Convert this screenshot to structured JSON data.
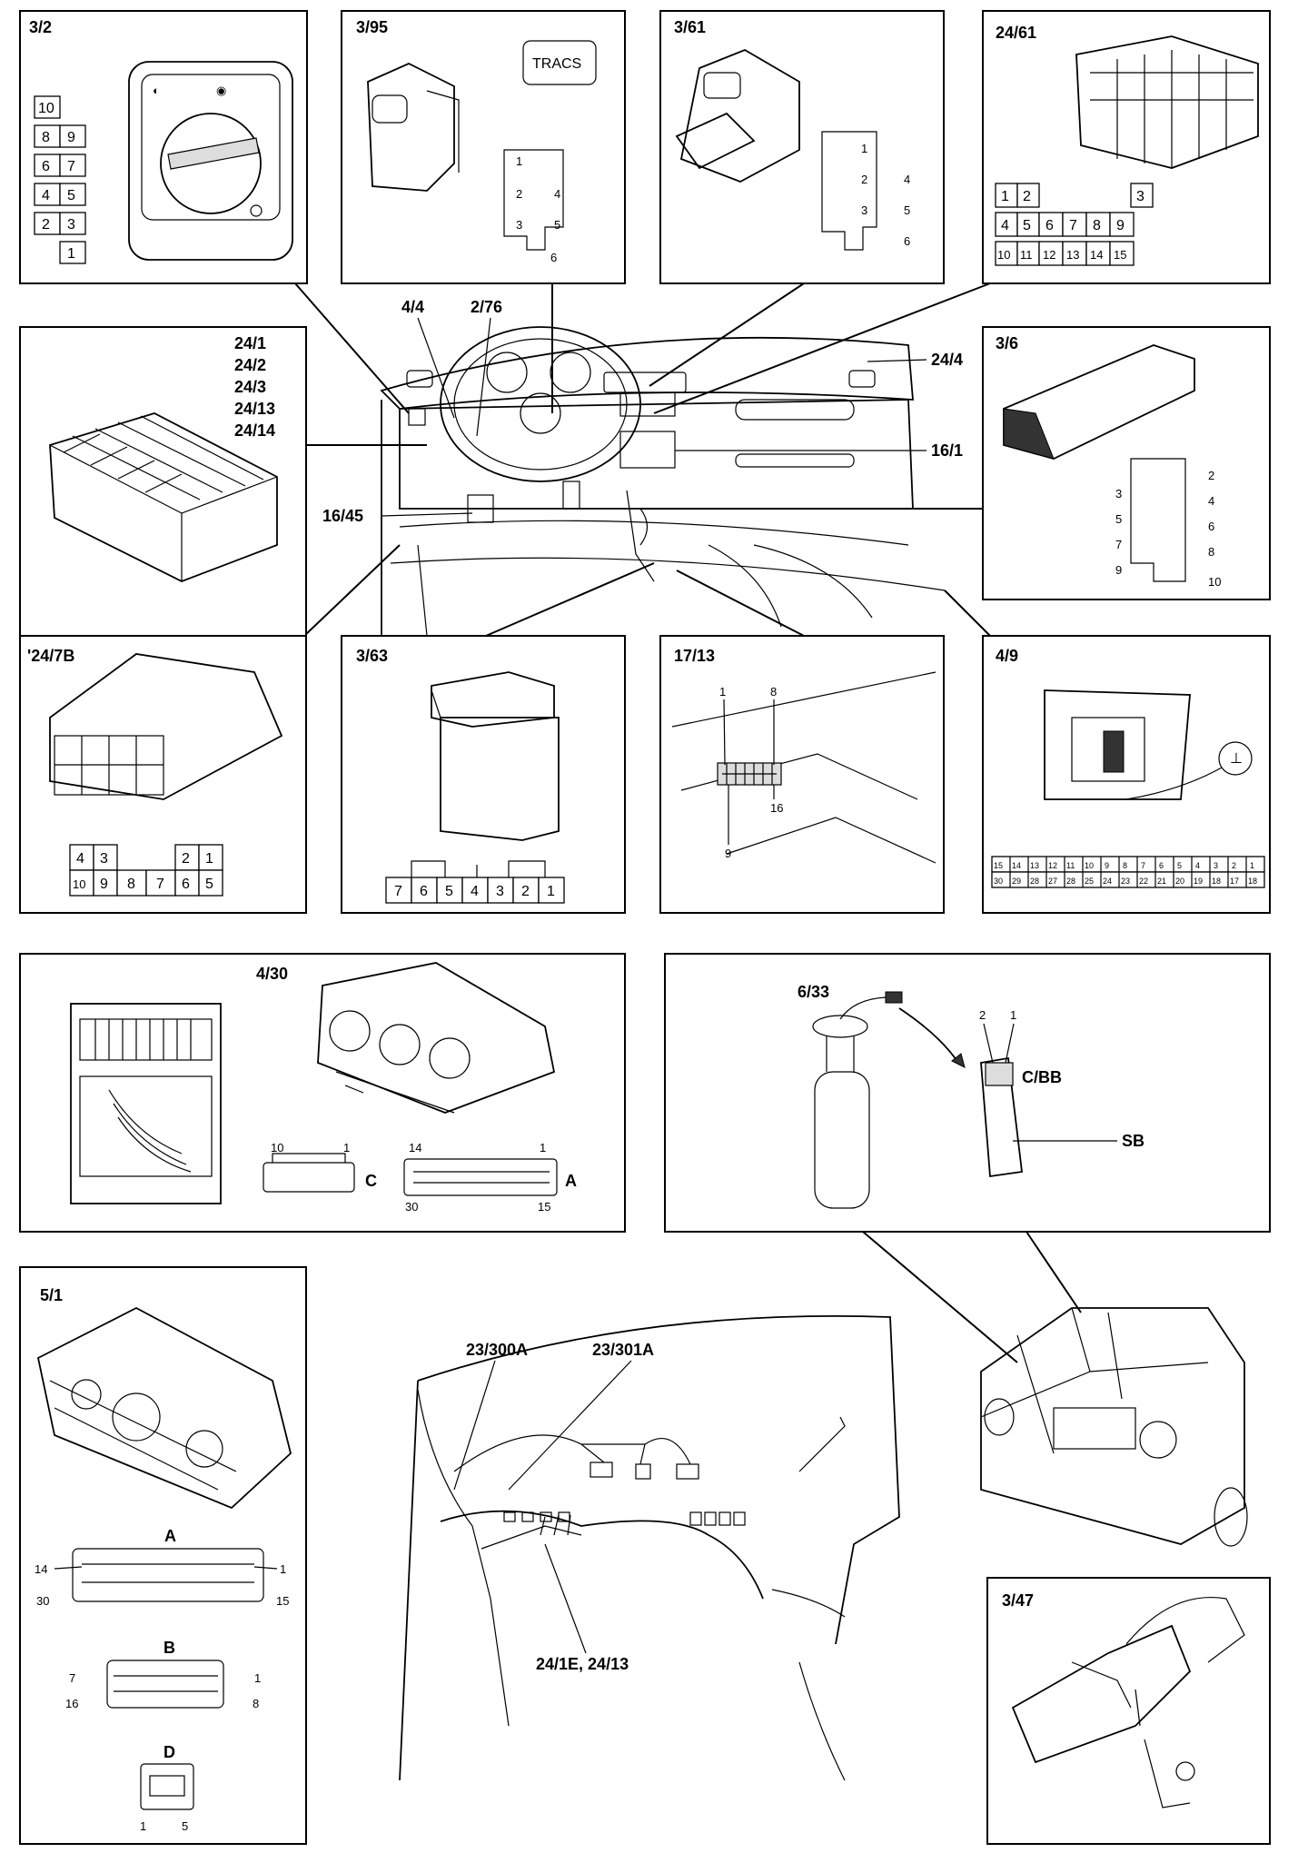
{
  "panels": {
    "p_3_2": "3/2",
    "p_3_95": "3/95",
    "p_3_61": "3/61",
    "p_24_61": "24/61",
    "p_24_1_group": [
      "24/1",
      "24/2",
      "24/3",
      "24/13",
      "24/14"
    ],
    "p_3_6": "3/6",
    "p_24_7b": "'24/7B",
    "p_3_63": "3/63",
    "p_17_13": "17/13",
    "p_4_9": "4/9",
    "p_4_30": "4/30",
    "p_6_33": "6/33",
    "p_5_1": "5/1",
    "p_3_47": "3/47"
  },
  "badge_tracs": "TRACS",
  "dash_callouts": {
    "c_4_4": "4/4",
    "c_2_76": "2/76",
    "c_24_4": "24/4",
    "c_16_1": "16/1",
    "c_16_45": "16/45"
  },
  "harness_callouts": {
    "c_23_300a": "23/300A",
    "c_23_301a": "23/301A",
    "c_24_1e": "24/1E, 24/13"
  },
  "p32_pins": [
    "10",
    "8",
    "9",
    "6",
    "7",
    "4",
    "5",
    "2",
    "3",
    "1"
  ],
  "p395_pins": [
    "1",
    "2",
    "4",
    "3",
    "5",
    "6"
  ],
  "p361_pins": [
    "1",
    "2",
    "4",
    "3",
    "5",
    "6"
  ],
  "p2461_row1": [
    "1",
    "2",
    "3"
  ],
  "p2461_row2": [
    "4",
    "5",
    "6",
    "7",
    "8",
    "9"
  ],
  "p2461_row3": [
    "10",
    "11",
    "12",
    "13",
    "14",
    "15"
  ],
  "p36_pins": [
    "2",
    "3",
    "4",
    "5",
    "6",
    "7",
    "8",
    "9",
    "10"
  ],
  "p247b_row1": [
    "4",
    "3",
    "2",
    "1"
  ],
  "p247b_row2": [
    "10",
    "9",
    "8",
    "7",
    "6",
    "5"
  ],
  "p363_pins": [
    "7",
    "6",
    "5",
    "4",
    "3",
    "2",
    "1"
  ],
  "p1713_pins": [
    "1",
    "8",
    "16",
    "9"
  ],
  "p49_row1": [
    "15",
    "14",
    "13",
    "12",
    "11",
    "10",
    "9",
    "8",
    "7",
    "6",
    "5",
    "4",
    "3",
    "2",
    "1"
  ],
  "p49_row2": [
    "30",
    "29",
    "28",
    "27",
    "28",
    "25",
    "24",
    "23",
    "22",
    "21",
    "20",
    "19",
    "18",
    "17",
    "18"
  ],
  "p430": {
    "c_pin_left": "10",
    "c_pin_right": "1",
    "c_letter": "C",
    "a_pin_tl": "14",
    "a_pin_tr": "1",
    "a_pin_bl": "30",
    "a_pin_br": "15",
    "a_letter": "A"
  },
  "p633": {
    "pin2": "2",
    "pin1": "1",
    "cbb": "C/BB",
    "sb": "SB"
  },
  "p51": {
    "a_title": "A",
    "a_14": "14",
    "a_1": "1",
    "a_30": "30",
    "a_15": "15",
    "b_title": "B",
    "b_7": "7",
    "b_1": "1",
    "b_16": "16",
    "b_8": "8",
    "d_title": "D",
    "d_1": "1",
    "d_5": "5"
  }
}
